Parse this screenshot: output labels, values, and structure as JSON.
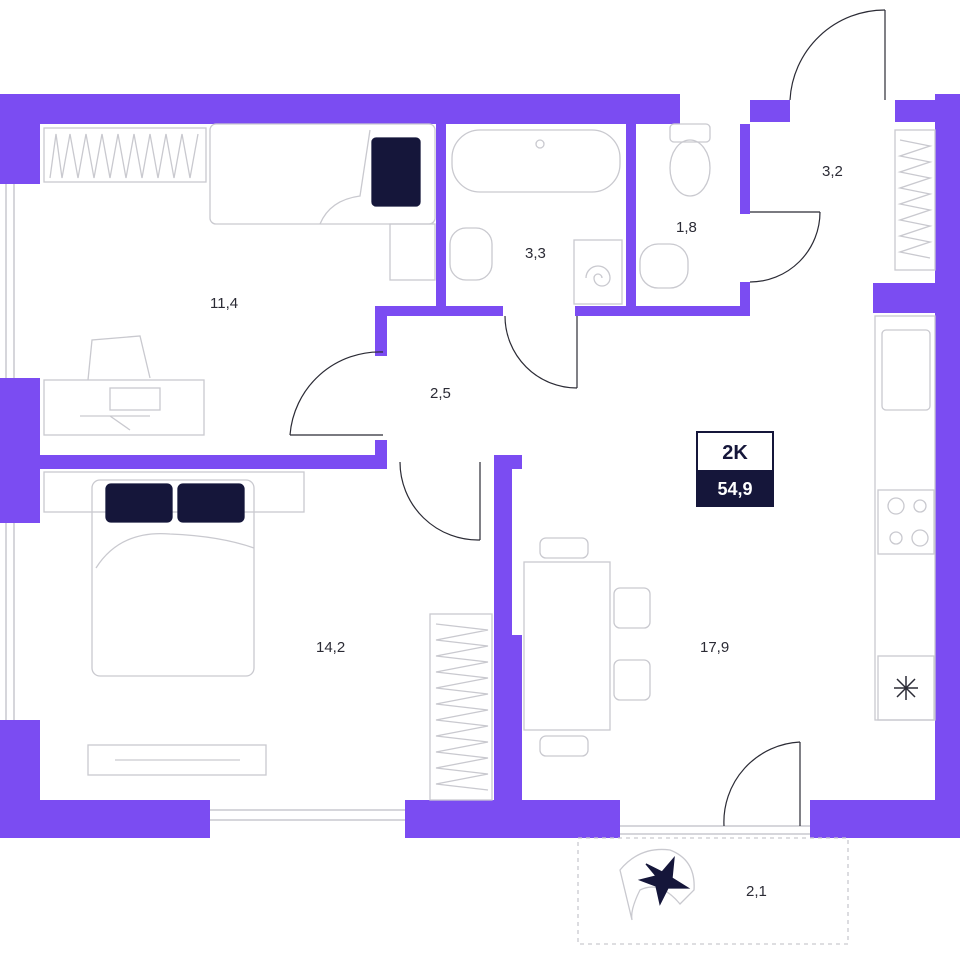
{
  "colors": {
    "wall": "#7b4cf2",
    "furniture_stroke": "#c9c9cf",
    "text": "#2b2b35",
    "badge_dark": "#15163a",
    "badge_text": "#ffffff"
  },
  "badge": {
    "type": "2K",
    "total_area": "54,9"
  },
  "rooms": [
    {
      "key": "bedroom_top",
      "area": "11,4"
    },
    {
      "key": "bathroom",
      "area": "3,3"
    },
    {
      "key": "toilet",
      "area": "1,8"
    },
    {
      "key": "hall_entry",
      "area": "3,2"
    },
    {
      "key": "corridor",
      "area": "2,5"
    },
    {
      "key": "bedroom_bottom",
      "area": "14,2"
    },
    {
      "key": "kitchen_living",
      "area": "17,9"
    },
    {
      "key": "balcony",
      "area": "2,1"
    }
  ],
  "icons": [
    "snowflake-icon",
    "bathtub-icon",
    "toilet-icon",
    "sink-icon",
    "stove-icon",
    "bed-icon",
    "desk-icon",
    "armchair-icon"
  ]
}
